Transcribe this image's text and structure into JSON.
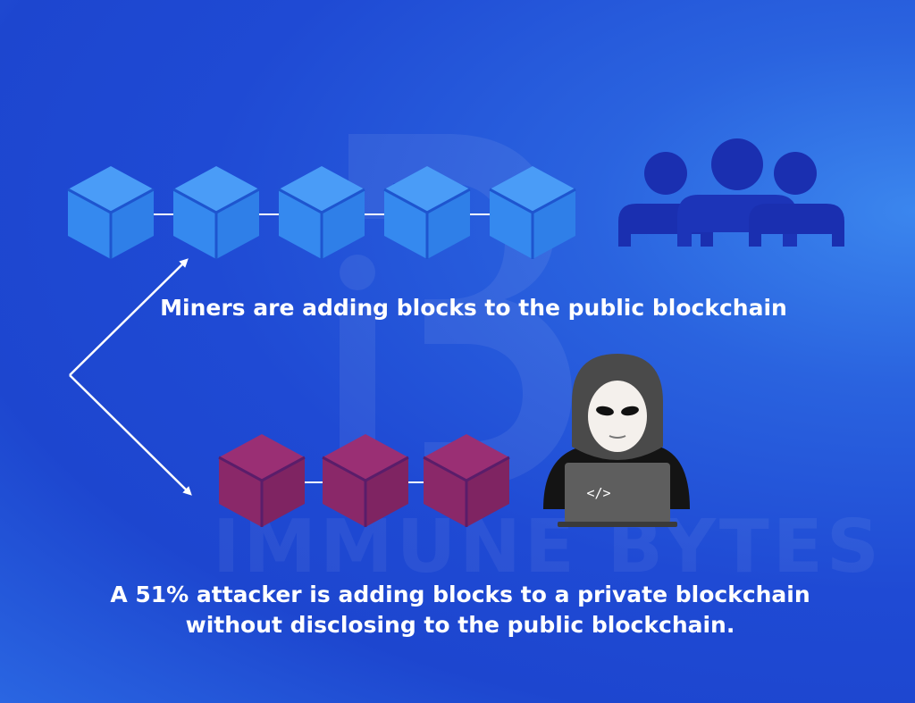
{
  "watermark": {
    "brand": "IMMUNE BYTES"
  },
  "captions": {
    "public_chain": "Miners are adding blocks to the public blockchain",
    "attacker_line1": "A 51% attacker is adding blocks to a private blockchain",
    "attacker_line2": "without disclosing to the public blockchain."
  },
  "hacker": {
    "laptop_label": "</>"
  },
  "colors": {
    "public_block": "#3a8bf0",
    "private_block": "#8e2a6e",
    "miners": "#1a2fb0"
  }
}
